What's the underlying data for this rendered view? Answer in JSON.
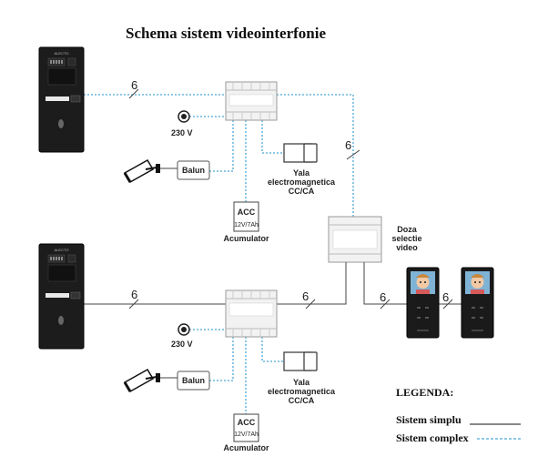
{
  "title": "Schema sistem videointerfonie",
  "panel_logo": "ALECTO",
  "labels": {
    "power": "230 V",
    "balun": "Balun",
    "lock_line1": "Yala",
    "lock_line2": "electromagnetica",
    "lock_line3": "CC/CA",
    "acc": "ACC",
    "acc_spec": "12V/7Ah",
    "battery": "Acumulator",
    "selector_line1": "Doza",
    "selector_line2": "selectie",
    "selector_line3": "video"
  },
  "wire_count": "6",
  "legend": {
    "title": "LEGENDA:",
    "simple": "Sistem simplu",
    "complex": "Sistem complex"
  },
  "colors": {
    "simple_line": "#444444",
    "complex_line": "#4aa8d8"
  }
}
